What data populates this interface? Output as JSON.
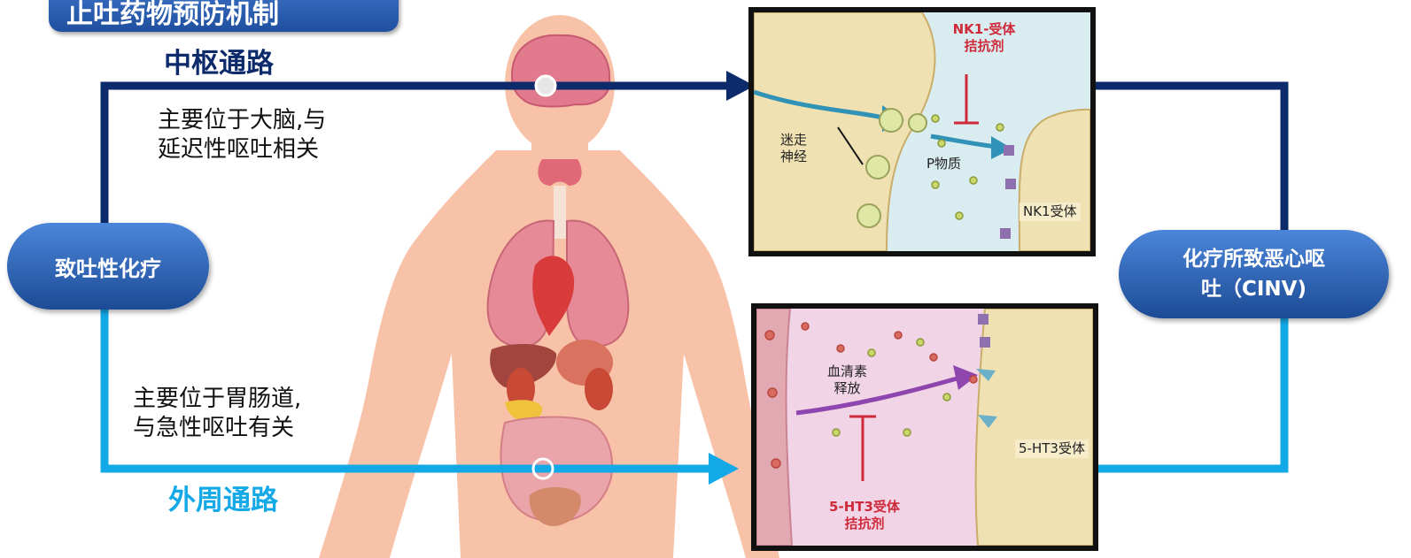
{
  "title": "止吐药物预防机制",
  "paths": {
    "central": {
      "label": "中枢通路",
      "desc_line1": "主要位于大脑,与",
      "desc_line2": "延迟性呕吐相关",
      "color": "#0d2a6b"
    },
    "peripheral": {
      "label": "外周通路",
      "desc_line1": "主要位于胃肠道,",
      "desc_line2": "与急性呕吐有关",
      "color": "#13a8e6"
    }
  },
  "left_node": {
    "label": "致吐性化疗"
  },
  "right_node": {
    "label_line1": "化疗所致恶心呕",
    "label_line2": "吐（CINV)"
  },
  "panel_central": {
    "antagonist_line1": "NK1-受体",
    "antagonist_line2": "拮抗剂",
    "vagus_line1": "迷走",
    "vagus_line2": "神经",
    "substance": "P物质",
    "receptor": "NK1受体"
  },
  "panel_peripheral": {
    "release_line1": "血清素",
    "release_line2": "释放",
    "receptor": "5-HT3受体",
    "antagonist_line1": "5-HT3受体",
    "antagonist_line2": "拮抗剂"
  },
  "colors": {
    "panel_central_bg": "#d9ecef",
    "panel_peripheral_bg": "#f1d4e6",
    "antagonist_red": "#cf2a3a",
    "body_skin": "#f7c2a8"
  }
}
